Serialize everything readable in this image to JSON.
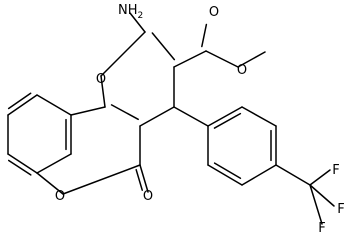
{
  "structure": {
    "atom_labels": {
      "amino": "NH2",
      "ring_oxygen_pyran": "O",
      "ring_oxygen_coumarin": "O",
      "lactone_carbonyl_o": "O",
      "ester_carbonyl_o": "O",
      "ester_ether_o": "O",
      "fluorine_1": "F",
      "fluorine_2": "F",
      "fluorine_3": "F"
    }
  }
}
